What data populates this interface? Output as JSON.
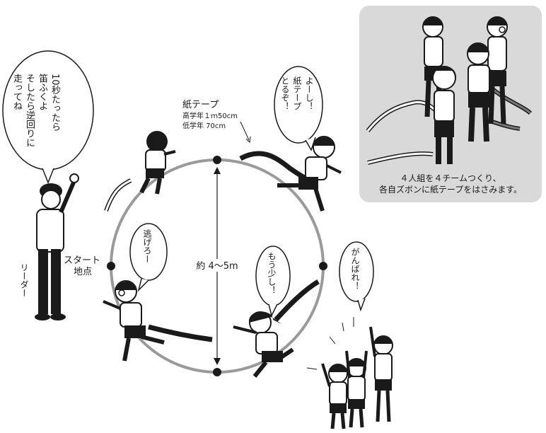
{
  "diagram": {
    "tape_label": "紙テープ",
    "tape_spec": {
      "upper": "高学年１ｍ50cm",
      "lower": "低学年 70cm"
    },
    "diameter_label": "約 4～5m",
    "start_label": {
      "line1": "スタート",
      "line2": "地点"
    },
    "leader_label": "リーダー",
    "inset_caption": {
      "line1": "４人組を４チームつくり、",
      "line2": "各自ズボンに紙テープをはさみます。"
    },
    "speech": {
      "leader": {
        "col1": "10",
        "col2": "秒たったら",
        "col3": "笛ふくよ",
        "col4": "そしたら逆回りに",
        "col5": "走ってね"
      },
      "runner_right": {
        "col1": "よーし！",
        "col2": "紙テープ",
        "col3": "とるぞ！"
      },
      "runner_left": "逃げろー",
      "runner_bottom": "もう少し！",
      "cheer": "がんばれ！"
    },
    "colors": {
      "ring": "#9a9a9a",
      "inset_bg": "#d9d9d9",
      "ink": "#1a1a1a"
    }
  }
}
